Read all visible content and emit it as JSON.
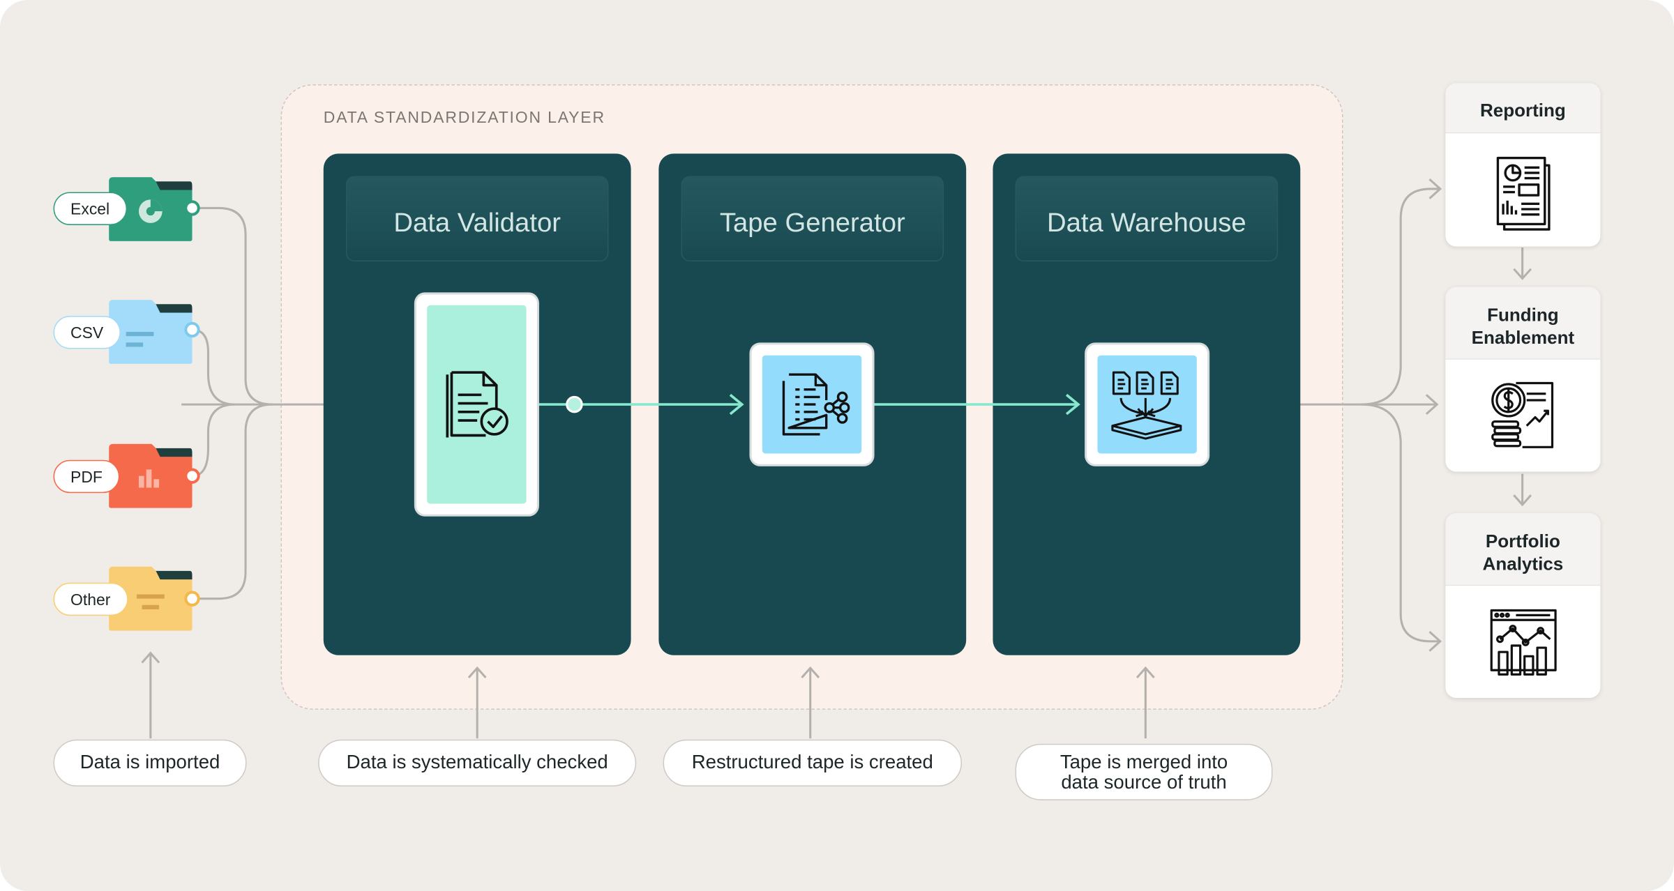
{
  "layer": {
    "title": "DATA STANDARDIZATION LAYER"
  },
  "sources": [
    {
      "label": "Excel",
      "color": "#2f9e7d"
    },
    {
      "label": "CSV",
      "color": "#a3dcfa"
    },
    {
      "label": "PDF",
      "color": "#f56a4a"
    },
    {
      "label": "Other",
      "color": "#f9cd73"
    }
  ],
  "stages": [
    {
      "title": "Data Validator",
      "icon": "document-check-icon"
    },
    {
      "title": "Tape Generator",
      "icon": "document-share-icon"
    },
    {
      "title": "Data Warehouse",
      "icon": "documents-merge-icon"
    }
  ],
  "captions": {
    "imported": "Data is imported",
    "checked": "Data is systematically checked",
    "created": "Restructured tape is created",
    "merged_line1": "Tape is merged into",
    "merged_line2": "data source of truth"
  },
  "outputs": [
    {
      "line1": "Reporting",
      "line2": "",
      "icon": "report-icon"
    },
    {
      "line1": "Funding",
      "line2": "Enablement",
      "icon": "funding-icon"
    },
    {
      "line1": "Portfolio",
      "line2": "Analytics",
      "icon": "analytics-icon"
    }
  ],
  "colors": {
    "teal_dark": "#194950",
    "flow_line": "#86e8cc",
    "connector": "#b4b0ad"
  }
}
